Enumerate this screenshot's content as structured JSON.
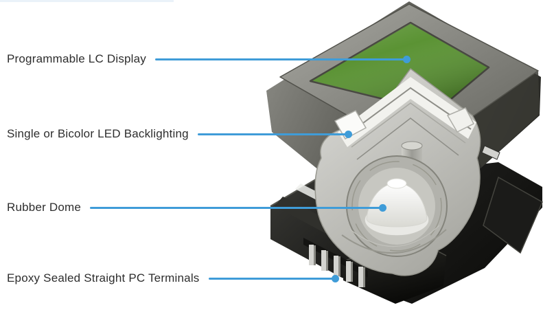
{
  "diagram": {
    "type": "annotated-cutaway-illustration",
    "subject": "Programmable LCD pushbutton switch cutaway",
    "callouts": [
      {
        "label": "Programmable LC Display",
        "target": "lcd-display"
      },
      {
        "label": "Single or Bicolor LED Backlighting",
        "target": "led-backlight-area"
      },
      {
        "label": "Rubber Dome",
        "target": "rubber-dome"
      },
      {
        "label": "Epoxy Sealed Straight PC Terminals",
        "target": "pc-terminals"
      }
    ]
  },
  "colors": {
    "accent": "#3f9cd8",
    "label_text": "#2d2d2d",
    "display_green": "#5b9334",
    "background": "#ffffff",
    "top_edge_tint": "#eaf2f9"
  }
}
